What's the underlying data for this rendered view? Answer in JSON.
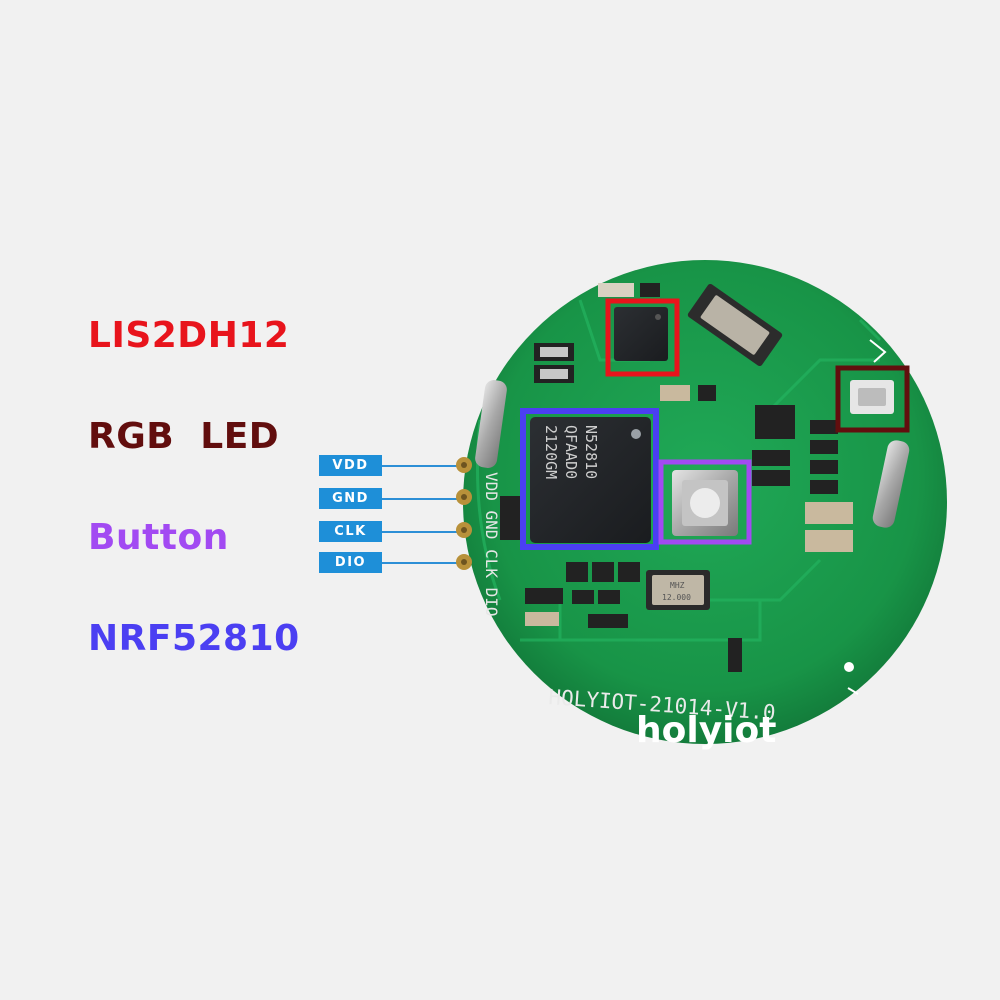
{
  "labels": {
    "accelerometer": "LIS2DH12",
    "rgb_led": "RGB  LED",
    "button": "Button",
    "soc": "NRF52810"
  },
  "pins": [
    "VDD",
    "GND",
    "CLK",
    "DIO"
  ],
  "board": {
    "chip_text": [
      "N52810",
      "QFAAD0",
      "2120GM"
    ],
    "model_text": "HOLYIOT-21014-V1.0",
    "logo_text": "holyiot",
    "crystal_text": [
      "12.000",
      "MHZ"
    ],
    "silk_pins": "VDD GND CLK DIO"
  },
  "colors": {
    "accelerometer": "#e8141c",
    "rgb_led": "#620e0e",
    "button": "#a24af2",
    "soc": "#4b3ff2",
    "pin_tag": "#1e8fd8",
    "pcb": "#1a9a4c"
  }
}
